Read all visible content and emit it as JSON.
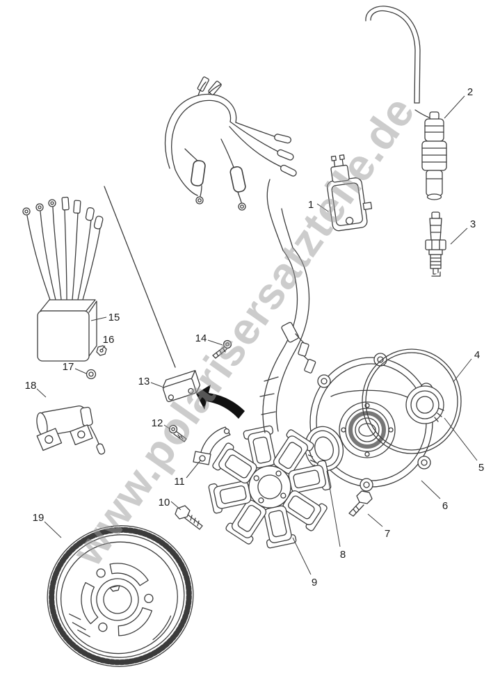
{
  "watermark": {
    "text": "www.polarisersatzteile.de"
  },
  "labels": [
    "1",
    "2",
    "3",
    "4",
    "5",
    "6",
    "7",
    "8",
    "9",
    "10",
    "11",
    "12",
    "13",
    "14",
    "15",
    "16",
    "17",
    "18",
    "19"
  ],
  "colors": {
    "line": "#3b3b3b",
    "watermark": "#9a9a9a",
    "arrow": "#111111"
  }
}
